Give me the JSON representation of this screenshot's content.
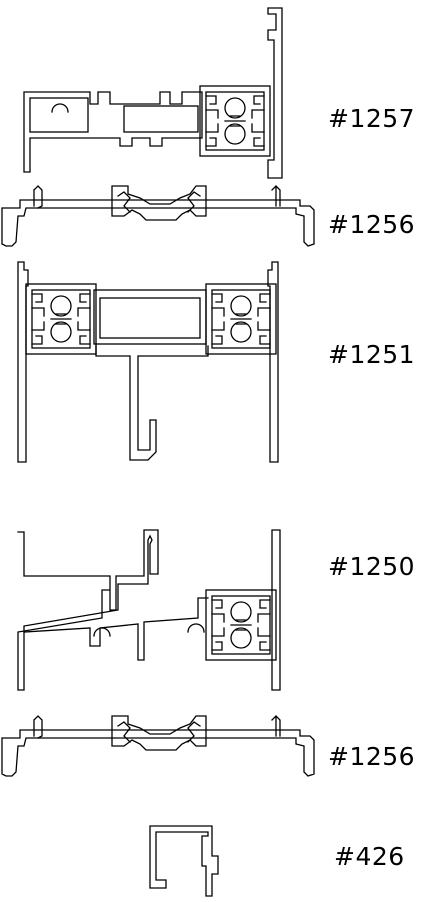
{
  "profiles": [
    {
      "id": "p1257",
      "label": "#1257"
    },
    {
      "id": "p1256a",
      "label": "#1256"
    },
    {
      "id": "p1251",
      "label": "#1251"
    },
    {
      "id": "p1250",
      "label": "#1250"
    },
    {
      "id": "p1256b",
      "label": "#1256"
    },
    {
      "id": "p426",
      "label": "#426"
    }
  ]
}
